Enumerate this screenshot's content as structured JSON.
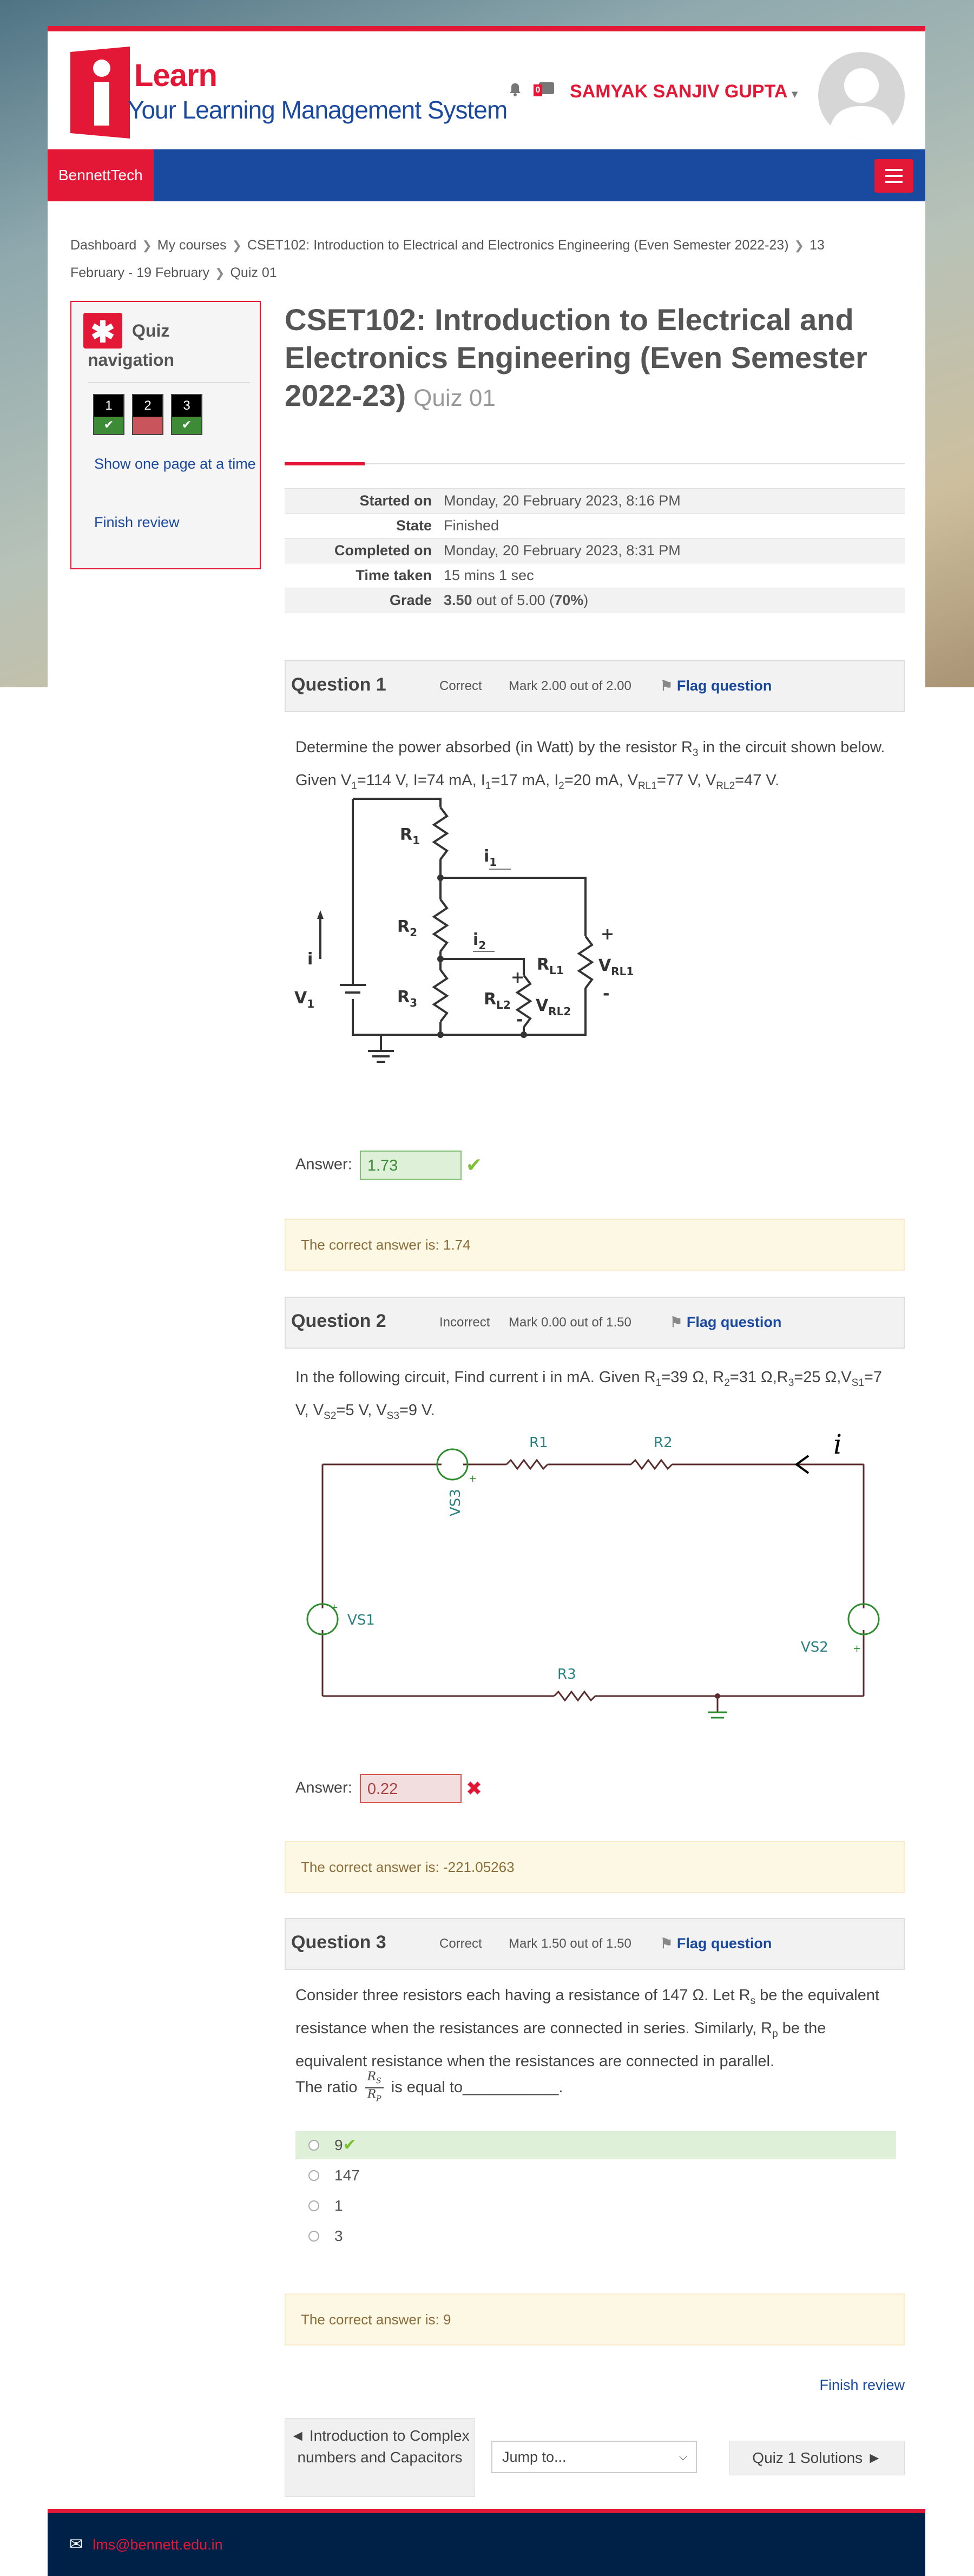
{
  "header": {
    "logo_word": "Learn",
    "logo_tagline": "Your Learning Management System",
    "user_name": "SAMYAK SANJIV GUPTA",
    "message_badge": "0"
  },
  "navbar": {
    "brand": "BennettTech"
  },
  "breadcrumb": {
    "items": [
      "Dashboard",
      "My courses",
      "CSET102: Introduction to Electrical and Electronics Engineering (Even Semester 2022-23)",
      "13 February - 19 February",
      "Quiz 01"
    ]
  },
  "quiz_nav": {
    "title": "Quiz navigation",
    "buttons": [
      {
        "num": "1",
        "status": "✔",
        "color": "#3d8b37"
      },
      {
        "num": "2",
        "status": "",
        "color": "#c9545b"
      },
      {
        "num": "3",
        "status": "✔",
        "color": "#3d8b37"
      }
    ],
    "show_one_page": "Show one page at a time",
    "finish_review": "Finish review"
  },
  "main": {
    "course_title": "CSET102: Introduction to Electrical and Electronics Engineering (Even Semester 2022-23)",
    "quiz_name": "Quiz 01",
    "summary": [
      {
        "label": "Started on",
        "value": "Monday, 20 February 2023, 8:16 PM"
      },
      {
        "label": "State",
        "value": "Finished"
      },
      {
        "label": "Completed on",
        "value": "Monday, 20 February 2023, 8:31 PM"
      },
      {
        "label": "Time taken",
        "value": "15 mins 1 sec"
      },
      {
        "label": "Grade",
        "value_bold": "3.50",
        "value_rest": " out of 5.00 (",
        "percent": "70%",
        "close": ")"
      }
    ]
  },
  "questions": {
    "q1": {
      "no_prefix": "Question ",
      "no": "1",
      "state": "Correct",
      "grade": "Mark 2.00 out of 2.00",
      "flag": "Flag question",
      "text": "Determine the power absorbed (in Watt) by the resistor R₃ in the circuit shown below. Given V₁=114 V, I=74 mA, I₁=17 mA, I₂=20 mA, V_RL1=77 V, V_RL2=47 V.",
      "answer_label": "Answer:",
      "answer": "1.73",
      "correct_answer": "The correct answer is: 1.74"
    },
    "q2": {
      "no_prefix": "Question ",
      "no": "2",
      "state": "Incorrect",
      "grade": "Mark 0.00 out of 1.50",
      "flag": "Flag question",
      "text": "In the following circuit, Find current i in mA. Given R₁=39 Ω, R₂=31 Ω,R₃=25 Ω,V_S1=7 V, V_S2=5 V, V_S3=9 V.",
      "answer_label": "Answer:",
      "answer": "0.22",
      "correct_answer": "The correct answer is: -221.05263"
    },
    "q3": {
      "no_prefix": "Question ",
      "no": "3",
      "state": "Correct",
      "grade": "Mark 1.50 out of 1.50",
      "flag": "Flag question",
      "text": "Consider three resistors each having a resistance of 147 Ω. Let Rₛ be the equivalent resistance when the resistances are connected in series. Similarly, Rₚ be the equivalent resistance when the resistances are connected in parallel.",
      "ratio_prefix": "The ratio",
      "ratio_suffix": "is equal to___________.",
      "options": [
        "9",
        "147",
        "1",
        "3"
      ],
      "correct_answer": "The correct answer is: 9"
    }
  },
  "finish_review": "Finish review",
  "bottom_nav": {
    "prev": "◄ Introduction to Complex numbers and Capacitors",
    "jump": "Jump to...",
    "next": "Quiz 1 Solutions ►"
  },
  "footer": {
    "email": "lms@bennett.edu.in"
  }
}
